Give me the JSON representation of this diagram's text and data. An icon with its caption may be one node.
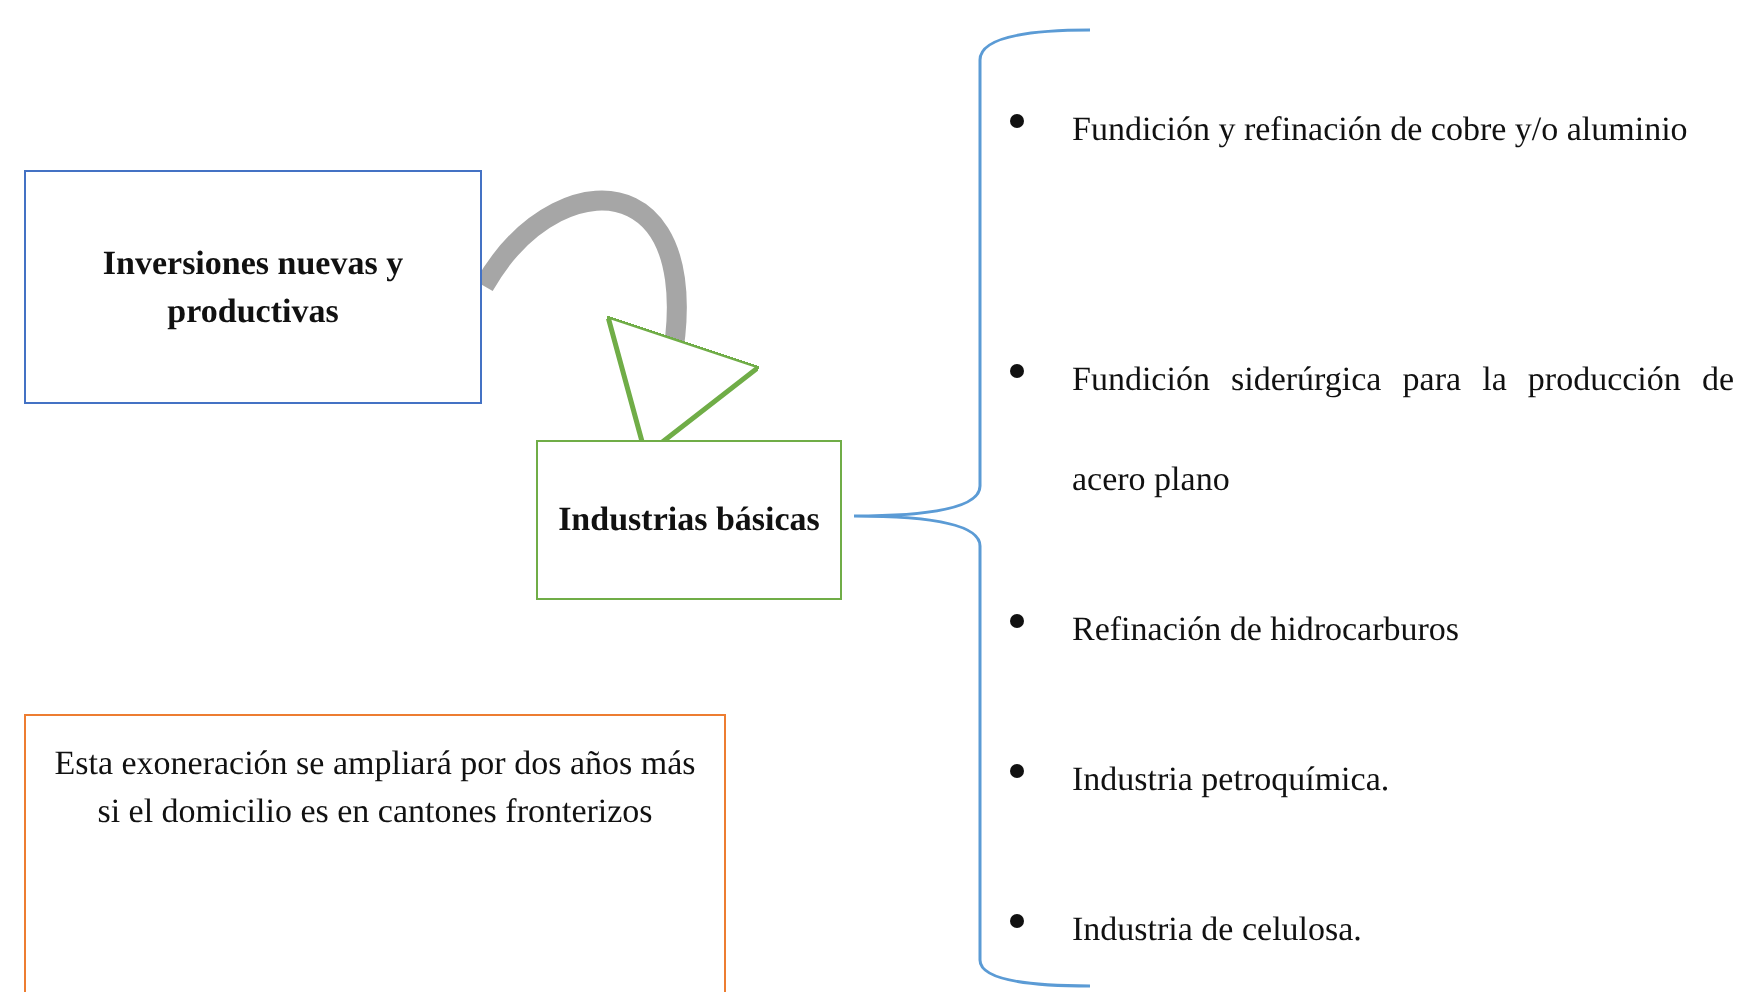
{
  "diagram": {
    "nodes": [
      {
        "text": [
          "Inversiones nuevas y productivas"
        ]
      },
      {
        "text": [
          "Industrias básicas"
        ]
      },
      {
        "text": [
          "Esta exoneración se ampliará por dos años más si el domicilio es en cantones fronterizos"
        ]
      }
    ],
    "edges": [
      {
        "from": 0,
        "to": 1,
        "arrow": "to"
      }
    ],
    "labels": [
      "Fundición y refinación de cobre y/o aluminio",
      "Fundición siderúrgica para la producción de acero plano",
      "Refinación de hidrocarburos",
      "Industria petroquímica.",
      "Industria de celulosa."
    ]
  }
}
